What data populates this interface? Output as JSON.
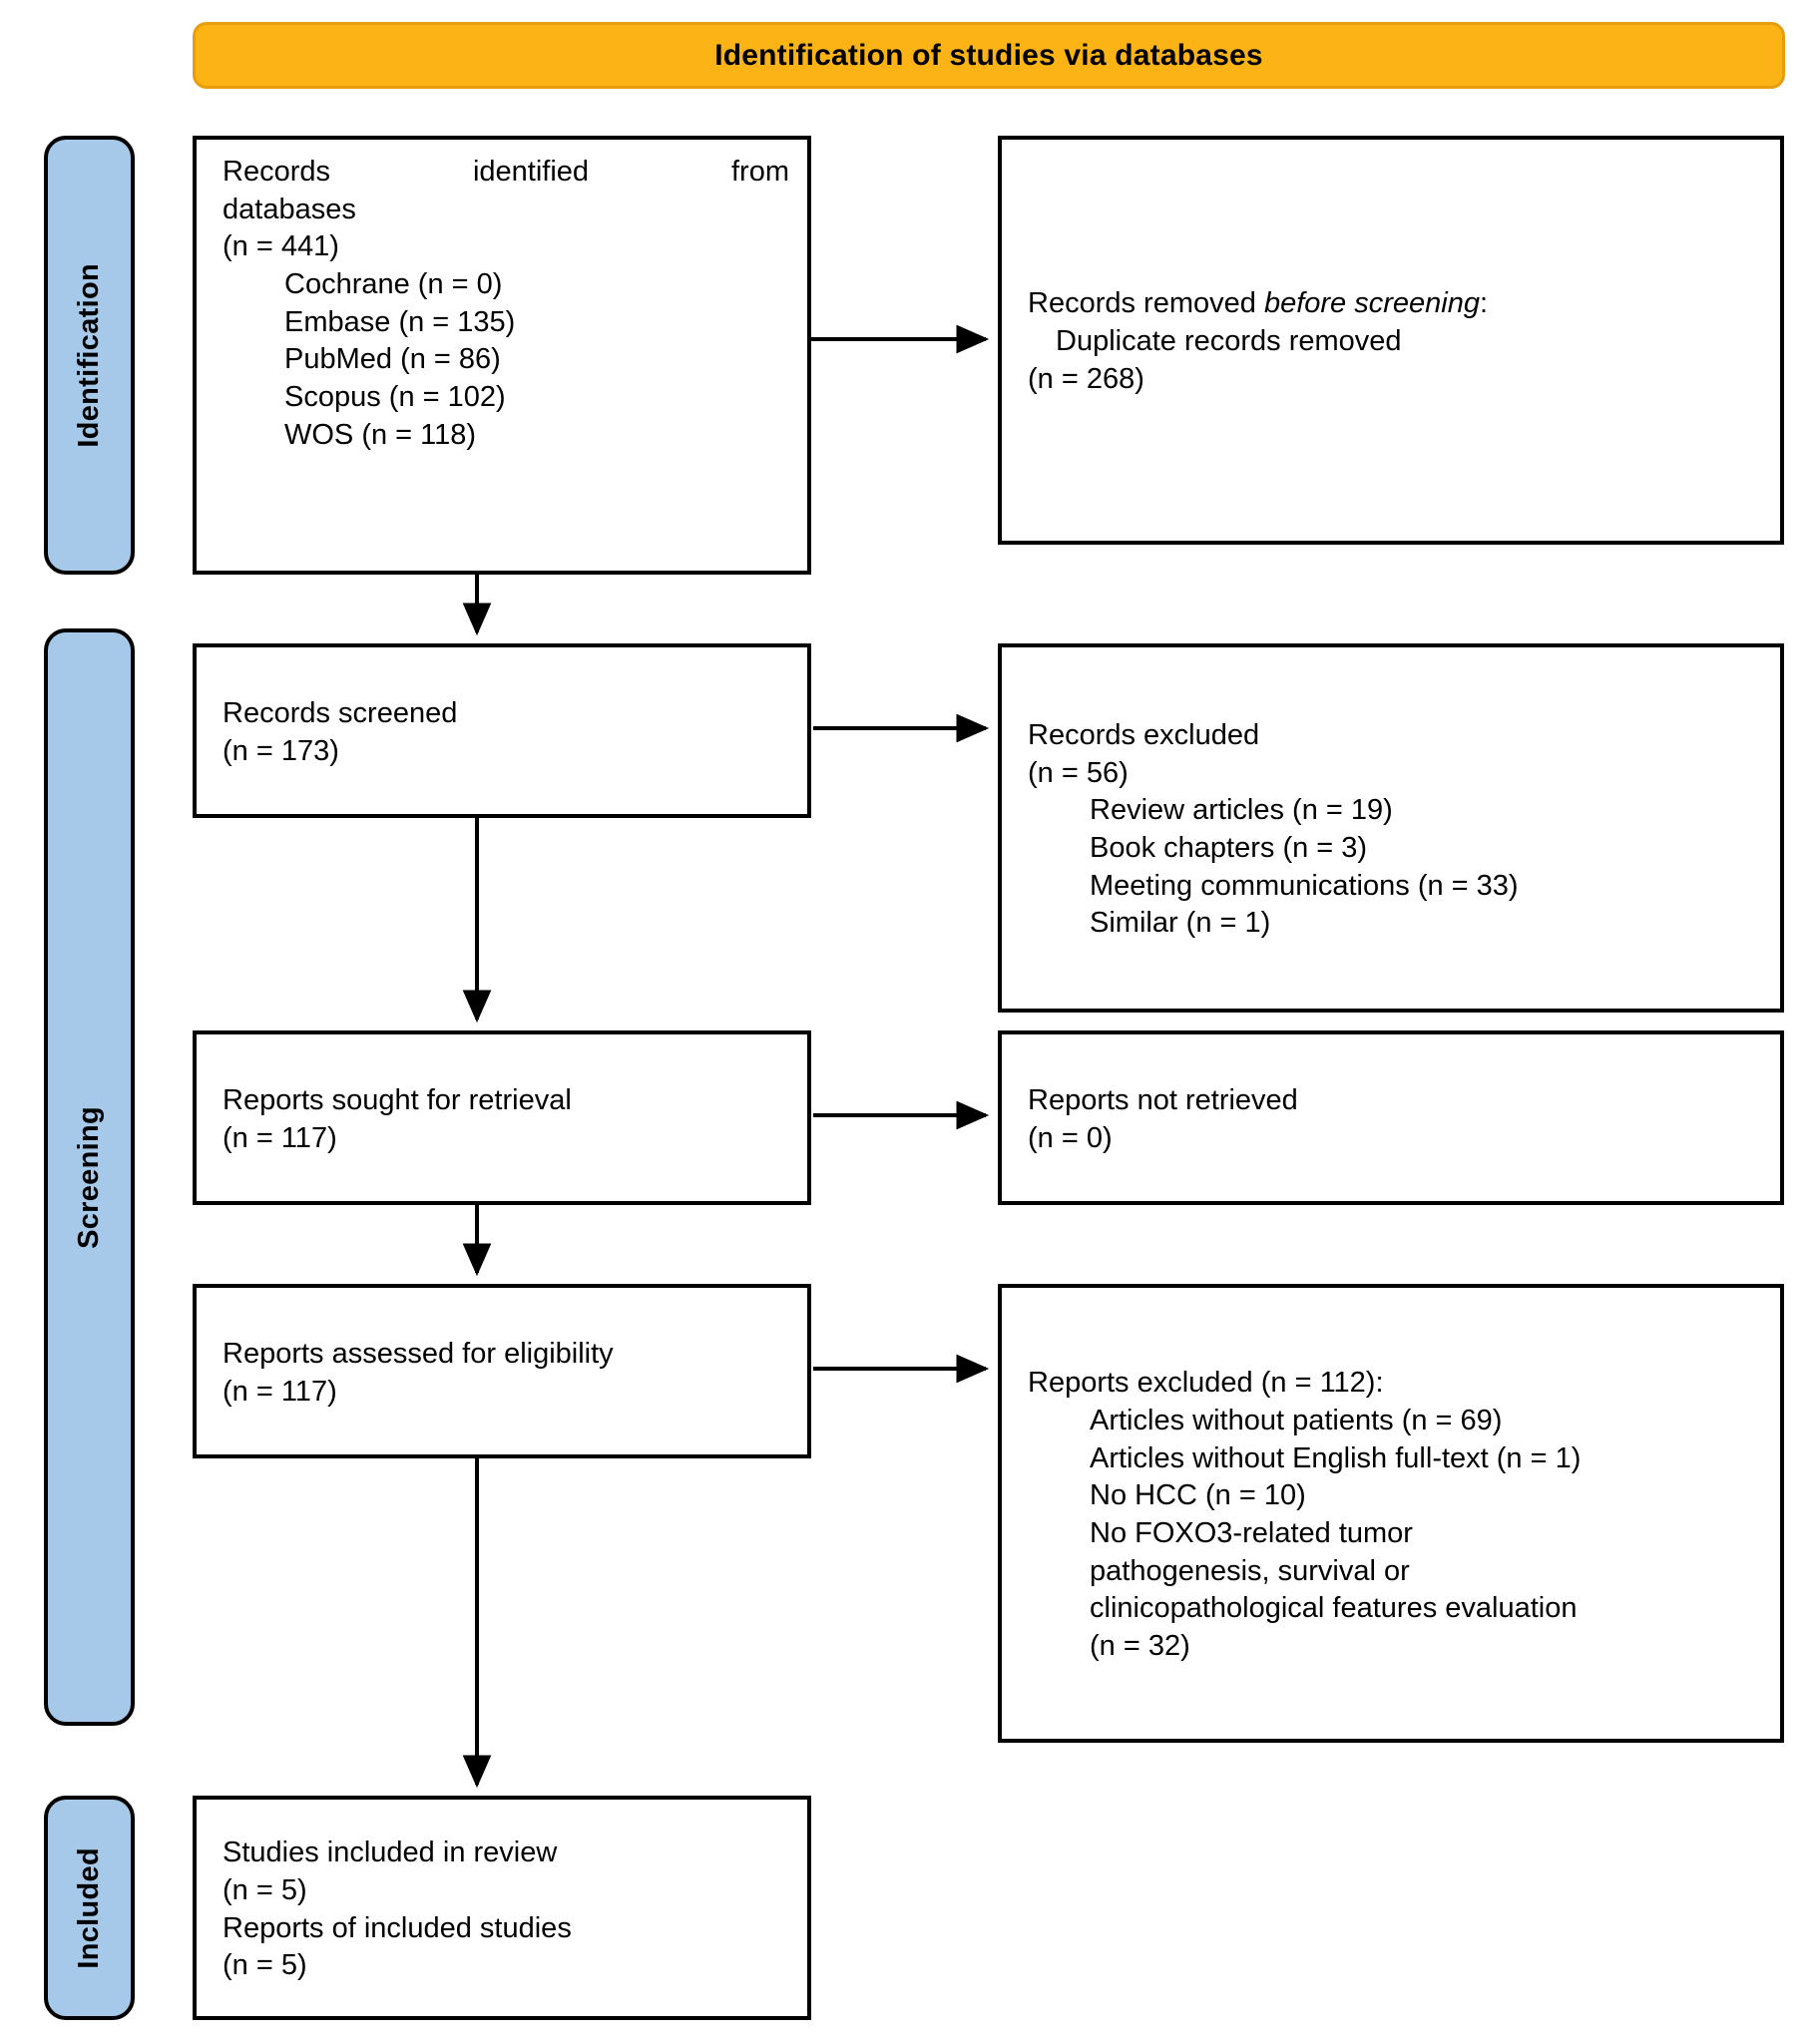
{
  "banner": {
    "title": "Identification of studies via databases"
  },
  "stages": [
    {
      "id": "identification",
      "label": "Identification"
    },
    {
      "id": "screening",
      "label": "Screening"
    },
    {
      "id": "included",
      "label": "Included"
    }
  ],
  "boxes": {
    "identified": {
      "line1": "Records identified from",
      "line2": "databases",
      "line3": "(n = 441)",
      "sources": [
        "Cochrane (n = 0)",
        "Embase (n = 135)",
        "PubMed (n = 86)",
        "Scopus (n = 102)",
        "WOS (n = 118)"
      ]
    },
    "removed": {
      "lead": "Records removed ",
      "lead_italic": "before screening",
      "lead_tail": ":",
      "line2": "Duplicate records removed",
      "line3": "(n = 268)"
    },
    "screened": {
      "line1": "Records screened",
      "line2": "(n = 173)"
    },
    "records_excluded": {
      "line1": "Records excluded",
      "line2": "(n = 56)",
      "reasons": [
        "Review articles (n = 19)",
        "Book chapters (n = 3)",
        "Meeting communications (n = 33)",
        "Similar (n = 1)"
      ]
    },
    "sought": {
      "line1": "Reports sought for retrieval",
      "line2": "(n = 117)"
    },
    "not_retrieved": {
      "line1": "Reports not retrieved",
      "line2": "(n = 0)"
    },
    "assessed": {
      "line1": "Reports assessed for eligibility",
      "line2": "(n = 117)"
    },
    "reports_excluded": {
      "line1": "Reports excluded (n = 112):",
      "reasons": [
        "Articles without patients (n = 69)",
        "Articles without English full-text (n = 1)",
        "No HCC (n = 10)",
        "No FOXO3-related tumor",
        "pathogenesis, survival or",
        "clinicopathological features evaluation",
        "(n = 32)"
      ]
    },
    "included": {
      "line1": "Studies included in review",
      "line2": "(n = 5)",
      "line3": "Reports of included studies",
      "line4": "(n = 5)"
    }
  },
  "colors": {
    "banner_fill": "#FBB316",
    "banner_border": "#E79E0C",
    "stage_fill": "#A6C9EA",
    "box_border": "#000000",
    "box_fill": "#FFFFFF"
  }
}
